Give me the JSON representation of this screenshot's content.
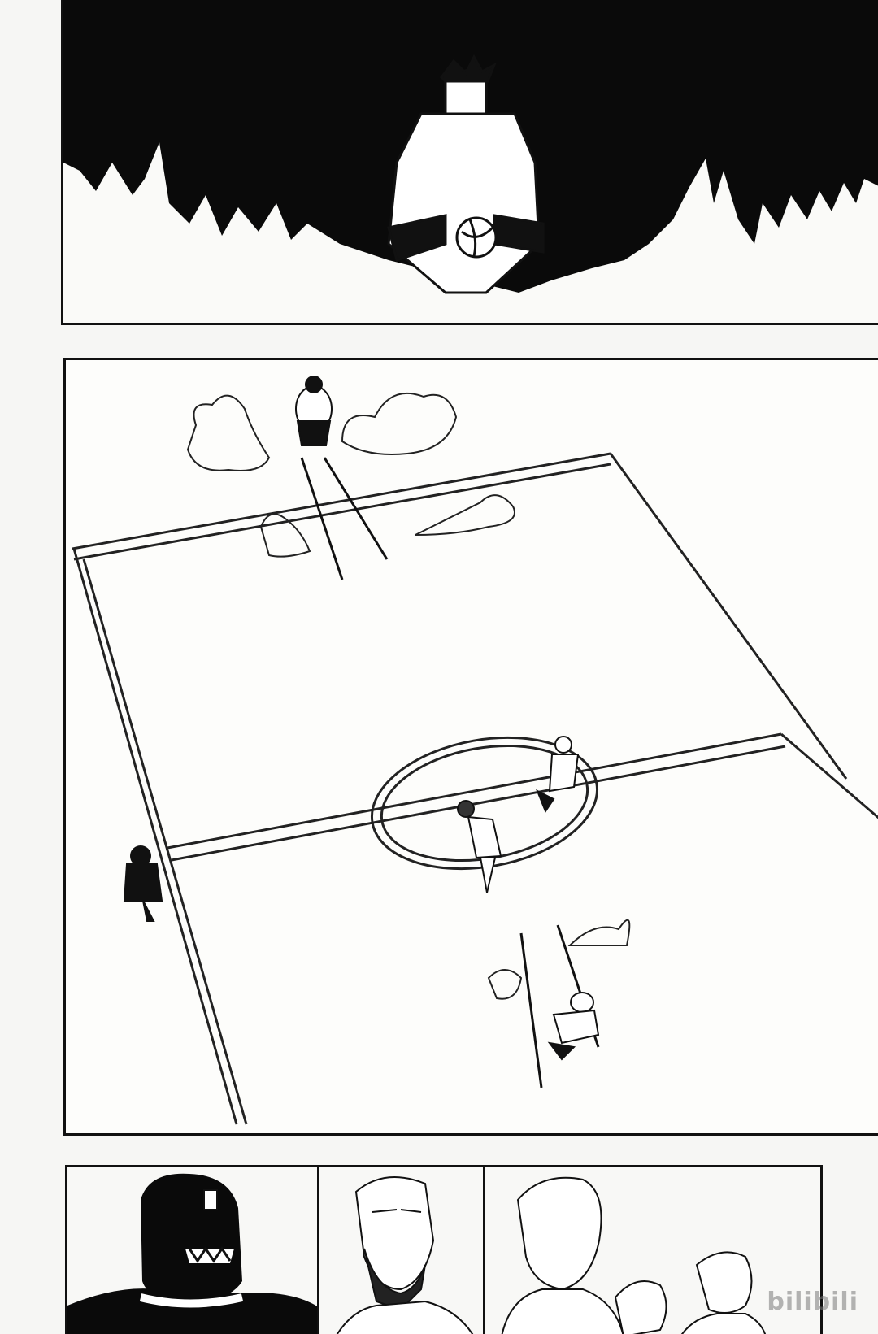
{
  "page": {
    "background": "#f6f6f4",
    "ink": "#111111"
  },
  "panels": [
    {
      "id": "top",
      "content": "player-receiving-ball-dark-aura"
    },
    {
      "id": "court",
      "content": "overhead-court-view-with-players"
    },
    {
      "id": "bottom-left",
      "content": "masked-figure"
    },
    {
      "id": "bottom-middle",
      "content": "bearded-man"
    },
    {
      "id": "bottom-right",
      "content": "onlookers"
    }
  ],
  "watermark": {
    "text": "bilibili"
  }
}
